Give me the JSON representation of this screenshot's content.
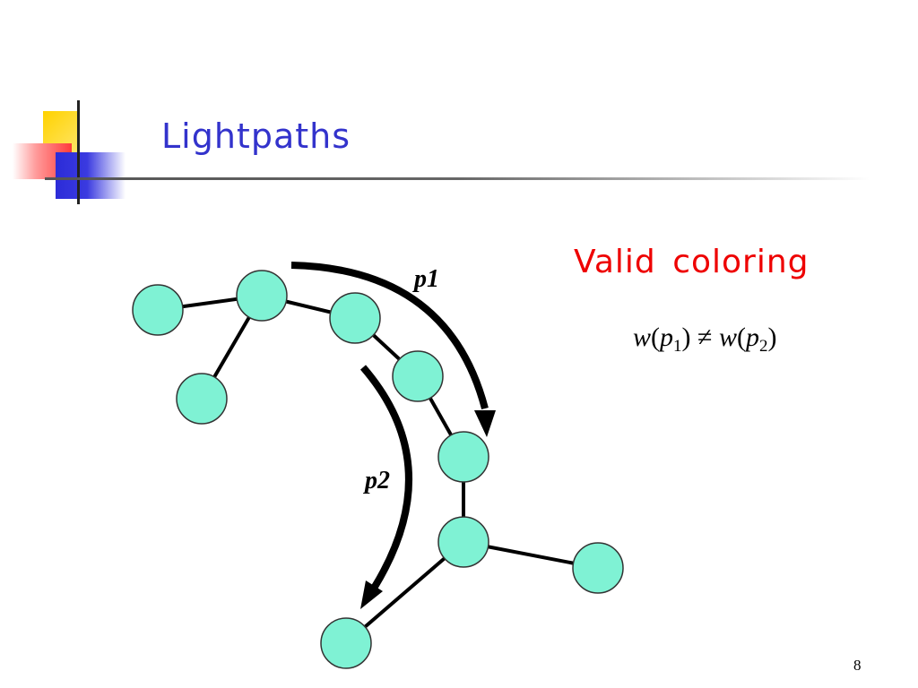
{
  "slide": {
    "title": "Lightpaths",
    "subtitle": "Valid coloring",
    "page_number": "8"
  },
  "formula": {
    "lhs_fn": "w",
    "lhs_var": "p",
    "lhs_sub": "1",
    "operator": "≠",
    "rhs_fn": "w",
    "rhs_var": "p",
    "rhs_sub": "2"
  },
  "paths": {
    "p1_label": "p1",
    "p2_label": "p2"
  },
  "colors": {
    "title": "#3333cc",
    "subtitle": "#ee0000",
    "node_fill": "#7ff2d4",
    "node_stroke": "#333333",
    "edge": "#000000"
  }
}
